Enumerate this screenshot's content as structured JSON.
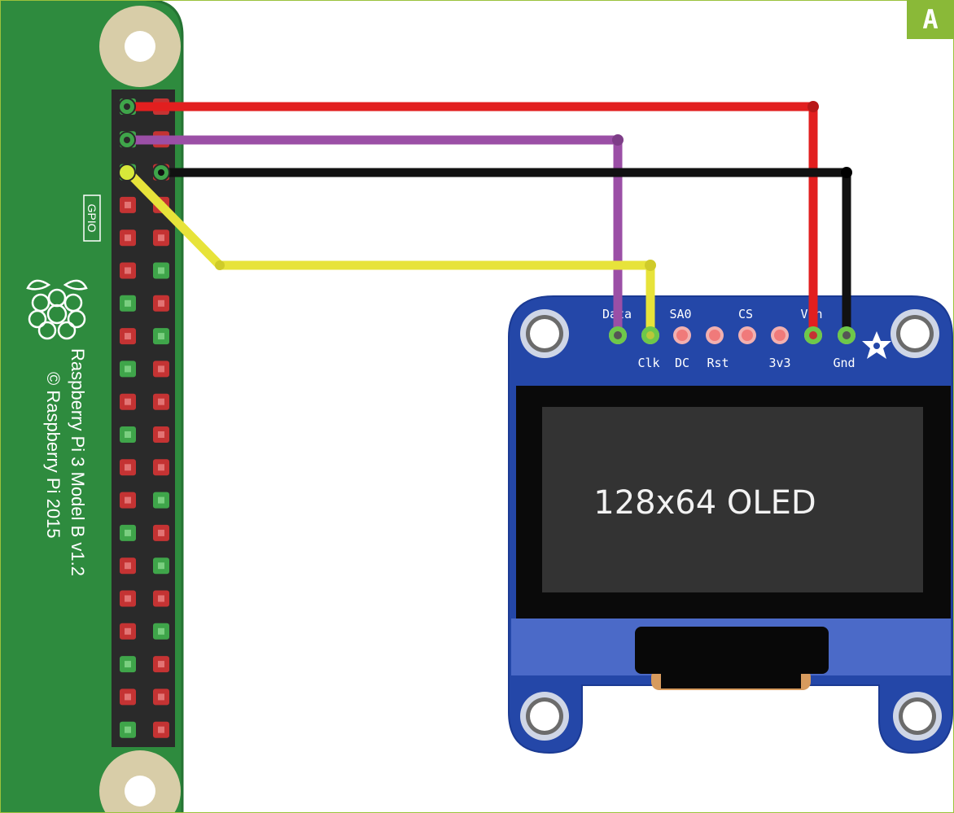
{
  "figure_tag": "A",
  "colors": {
    "pi_board": "#2e8b3e",
    "pi_board_edge": "#257333",
    "header_block": "#2a2a2a",
    "mount_hole_ring": "#d8cda8",
    "oled_board": "#2447a8",
    "oled_board_edge": "#1b3a93",
    "oled_screen_frame": "#0a0a0a",
    "oled_screen": "#333333",
    "wire_vin": "#e21f1f",
    "wire_data": "#9b4fa6",
    "wire_gnd": "#111111",
    "wire_clk": "#e7e33a",
    "pin_red": "#c43333",
    "pin_green": "#3fa54a",
    "pad_pink": "#f07a7a",
    "tag_bg": "#8ab938"
  },
  "raspberry_pi": {
    "gpio_label": "GPIO",
    "model_text": "Raspberry Pi 3 Model B v1.2",
    "copyright_text": "© Raspberry Pi 2015",
    "logo_icon": "raspberry-logo-icon"
  },
  "oled": {
    "screen_label": "128x64 OLED",
    "top_labels": [
      "Data",
      "SA0",
      "CS",
      "Vin"
    ],
    "bottom_labels": [
      "Clk",
      "DC",
      "Rst",
      "3v3",
      "Gnd"
    ],
    "star_icon": "adafruit-star-icon"
  },
  "wires": [
    {
      "name": "Vin",
      "color": "red"
    },
    {
      "name": "Data",
      "color": "purple"
    },
    {
      "name": "Gnd",
      "color": "black"
    },
    {
      "name": "Clk",
      "color": "yellow"
    }
  ]
}
